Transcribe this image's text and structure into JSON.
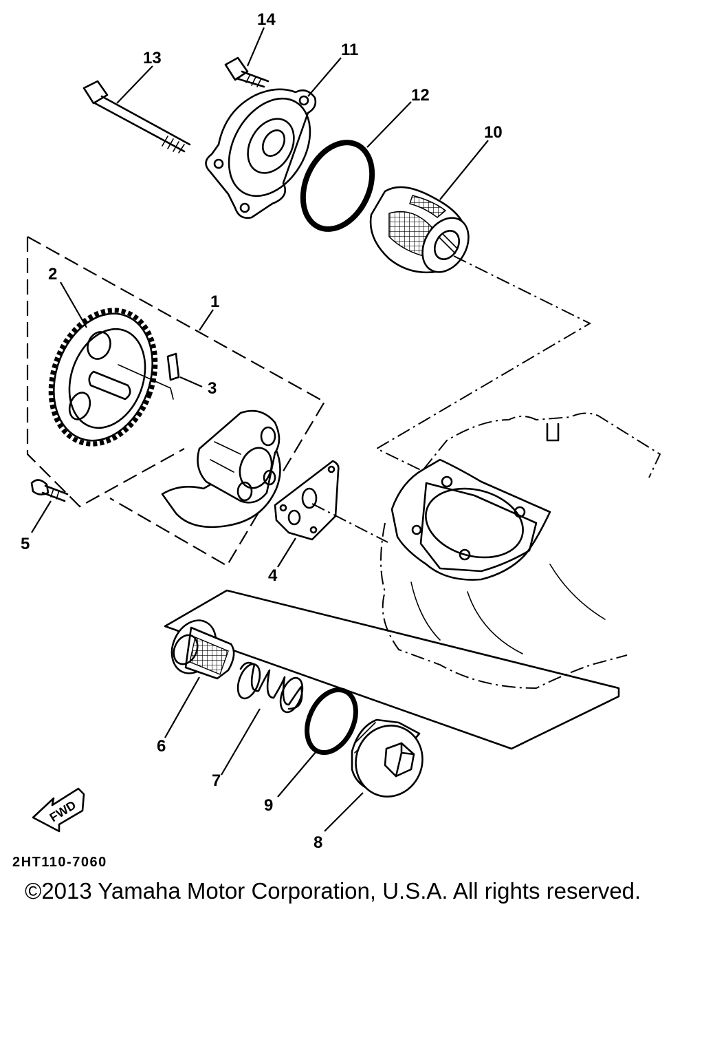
{
  "diagram": {
    "callouts": [
      "1",
      "2",
      "3",
      "4",
      "5",
      "6",
      "7",
      "8",
      "9",
      "10",
      "11",
      "12",
      "13",
      "14"
    ],
    "fwd_label": "FWD",
    "code": "2HT110-7060"
  },
  "footer": {
    "copyright": "©2013 Yamaha Motor Corporation, U.S.A. All rights reserved."
  }
}
